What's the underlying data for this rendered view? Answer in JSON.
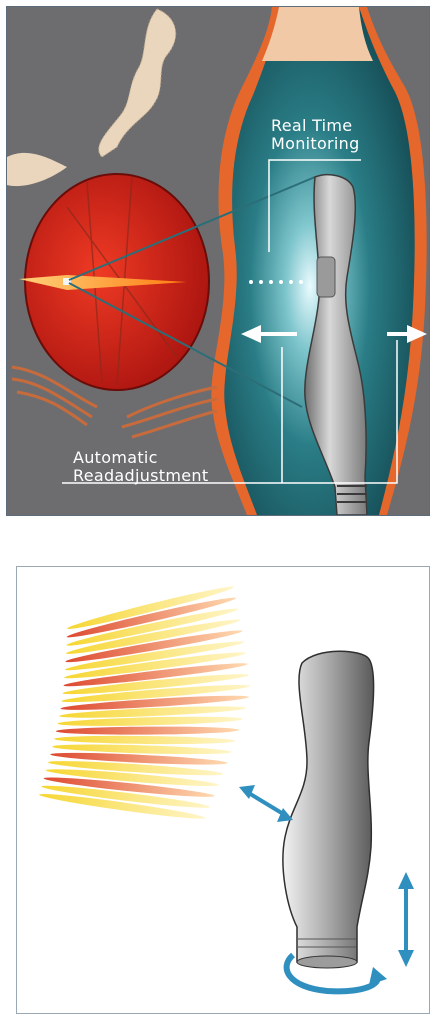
{
  "labels": {
    "realtime_line1": "Real Time",
    "realtime_line2": "Monitoring",
    "readjust_line1": "Automatic",
    "readjust_line2": "Readadjustment"
  },
  "colors": {
    "background_gray": "#6f6f72",
    "tissue_red": "#d1221a",
    "skin_orange": "#e46a2a",
    "cavity_teal": "#1f6f7a",
    "probe_gray": "#b9b9b9",
    "arrow_blue": "#2f8fbf"
  },
  "icons": [
    "probe-icon",
    "focal-zone-icon",
    "rotate-arrow-icon",
    "double-arrow-icon"
  ]
}
